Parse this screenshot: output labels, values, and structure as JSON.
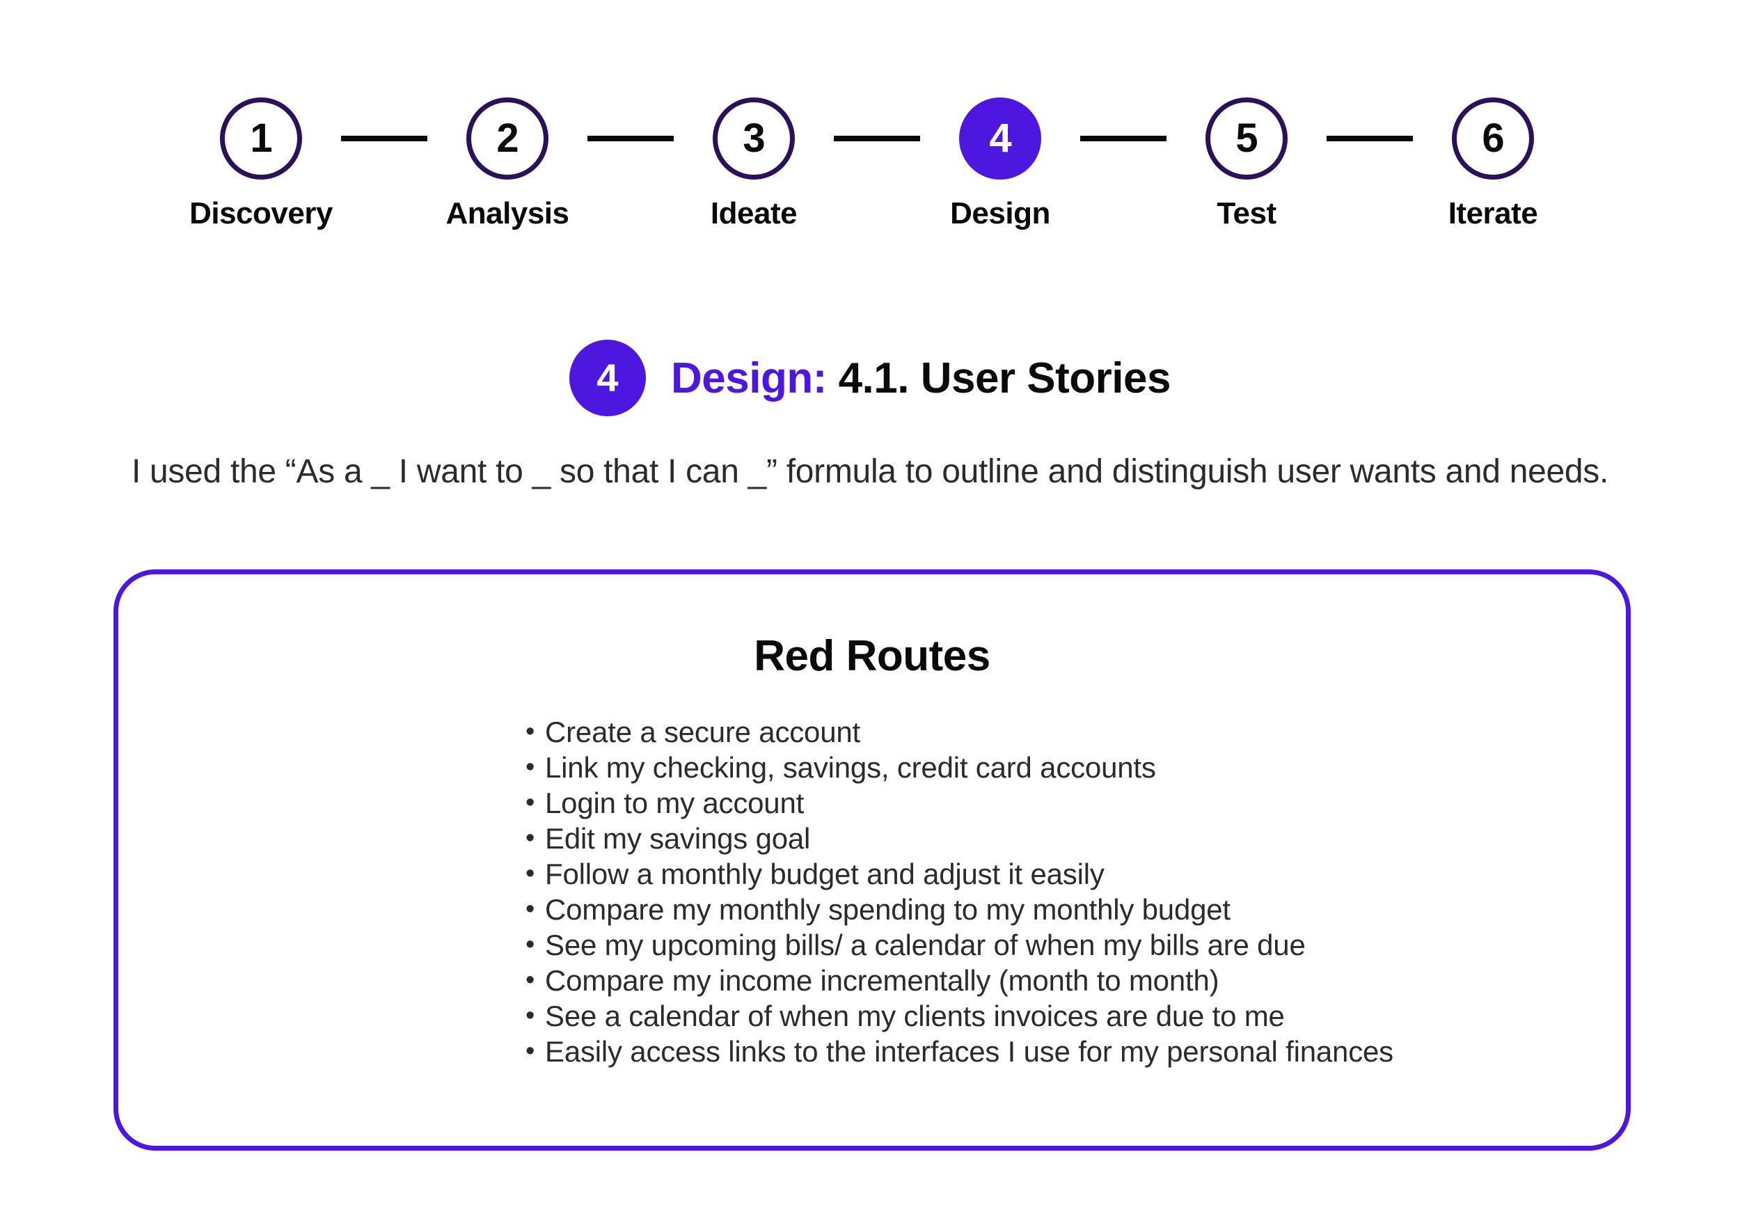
{
  "colors": {
    "accent": "#4D17E0",
    "step_ring": "#2A1159",
    "connector": "#0A0A0A",
    "body_text": "#2B2B2B",
    "background": "#FFFFFF"
  },
  "stepper": {
    "active_step": 4,
    "steps": [
      {
        "number": "1",
        "label": "Discovery"
      },
      {
        "number": "2",
        "label": "Analysis"
      },
      {
        "number": "3",
        "label": "Ideate"
      },
      {
        "number": "4",
        "label": "Design"
      },
      {
        "number": "5",
        "label": "Test"
      },
      {
        "number": "6",
        "label": "Iterate"
      }
    ]
  },
  "section": {
    "badge_number": "4",
    "accent_label": "Design:",
    "title": "4.1. User Stories",
    "intro": "I used the “As a _ I want to _ so that I can _” formula to outline and distinguish user wants and needs."
  },
  "card": {
    "title": "Red Routes",
    "items": [
      "Create a secure account",
      "Link my checking, savings, credit card accounts",
      "Login to my account",
      "Edit my savings goal",
      "Follow a monthly budget and adjust it easily",
      "Compare my monthly spending to my monthly budget",
      "See my upcoming bills/ a calendar of when my bills are due",
      "Compare my income incrementally (month to month)",
      "See a calendar of when my clients invoices are due to me",
      "Easily access links to the interfaces I use for my personal finances"
    ]
  }
}
